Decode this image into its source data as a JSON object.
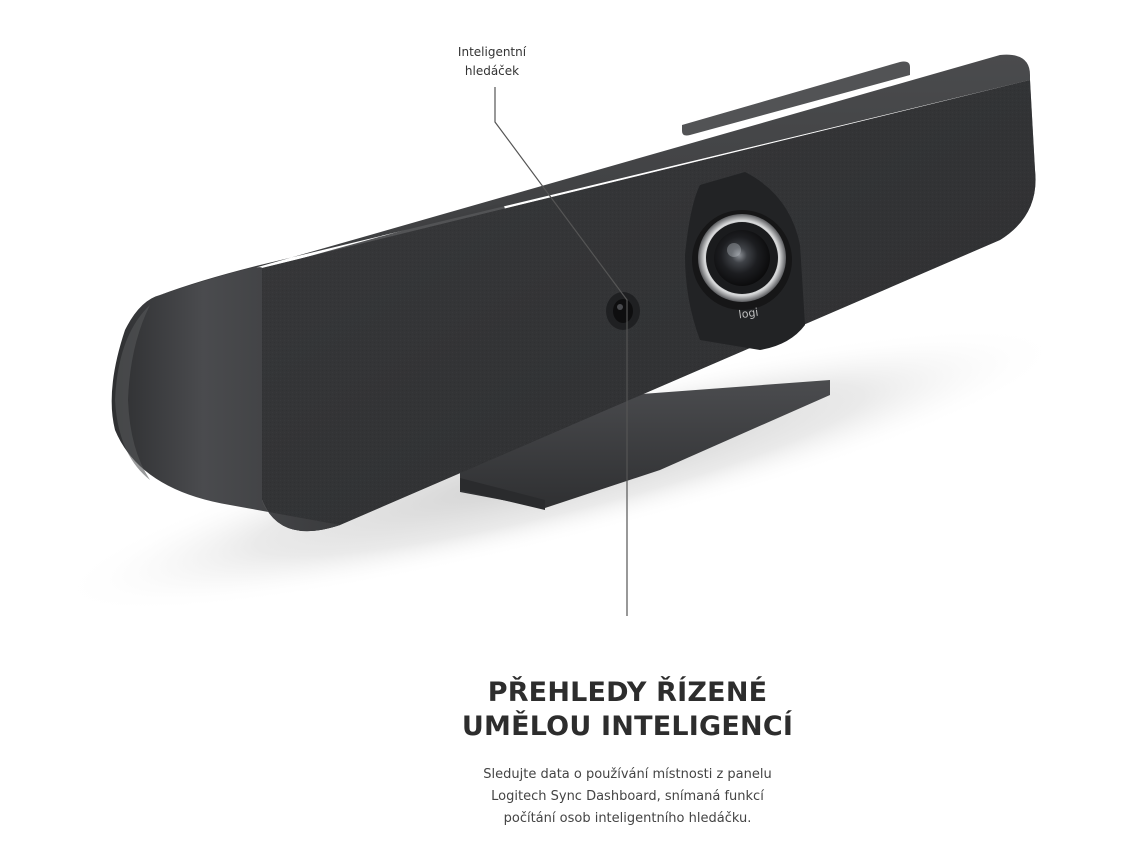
{
  "callout": {
    "line1": "Inteligentní",
    "line2": "hledáček"
  },
  "logo": {
    "text": "logi"
  },
  "headline": {
    "line1": "PŘEHLEDY ŘÍZENÉ",
    "line2": "UMĚLOU INTELIGENCÍ"
  },
  "description": {
    "line1": "Sledujte data o používání místnosti z panelu",
    "line2": "Logitech Sync Dashboard, snímaná funkcí",
    "line3": "počítání osob inteligentního hledáčku."
  },
  "colors": {
    "device_body": "#3a3a3c",
    "device_fabric": "#2f3032",
    "lens_ring": "#1a1a1a",
    "callout_line": "#555555",
    "headline_text": "#2d2d2d"
  }
}
